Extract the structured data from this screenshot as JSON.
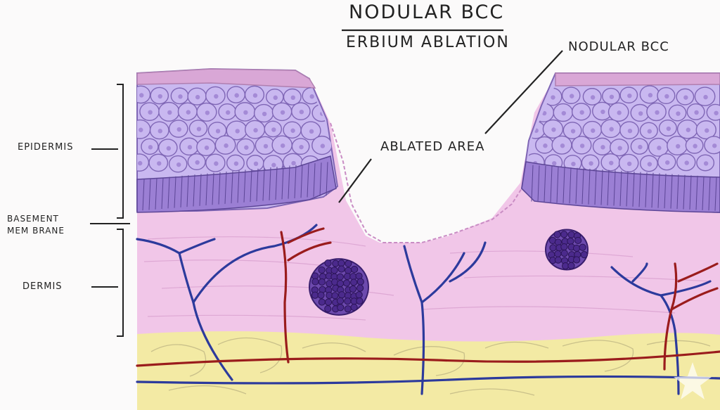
{
  "title": {
    "main": "Nodular BCC",
    "sub": "Erbium Ablation"
  },
  "labels": {
    "nodular_bcc": "Nodular BCC",
    "ablated_area": "Ablated Area",
    "epidermis": "Epidermis",
    "basement_line1": "Basement",
    "basement_line2": "Mem brane",
    "dermis": "Dermis"
  },
  "colors": {
    "epidermis_cells": "#c9b8f0",
    "cell_outline": "#7f66b5",
    "basal_layer": "#9b7fd4",
    "stratum_corneum": "#d9a7d6",
    "dermis": "#f1c6e8",
    "fat": "#f3eaa4",
    "vein": "#2c3a9c",
    "artery": "#9a1c1c",
    "tumor": "#4b2a8c"
  }
}
